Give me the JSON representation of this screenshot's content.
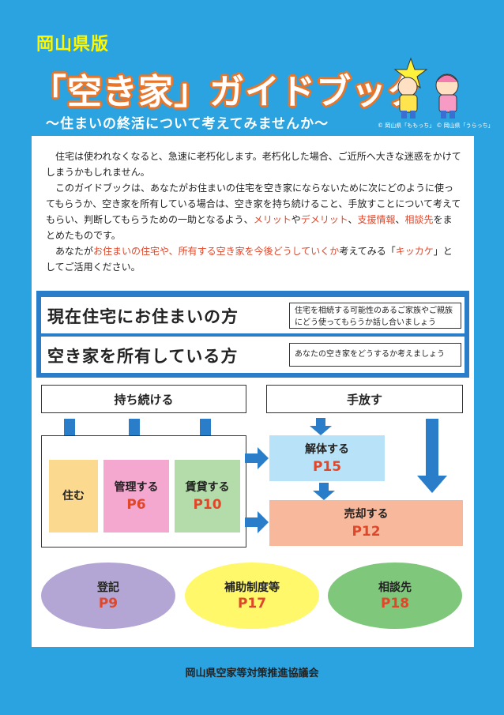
{
  "header": {
    "edition": "岡山県版",
    "title": "「空き家」ガイドブック",
    "subtitle": "～住まいの終活について考えてみませんか～",
    "credits": "© 岡山県「ももっち」 © 岡山県「うらっち」"
  },
  "intro": {
    "p1": "住宅は使われなくなると、急速に老朽化します。老朽化した場合、ご近所へ大きな迷惑をかけてしまうかもしれません。",
    "p2_a": "このガイドブックは、あなたがお住まいの住宅を空き家にならないために次にどのように使ってもらうか、空き家を所有している場合は、空き家を持ち続けること、手放すことについて考えてもらい、判断してもらうための一助となるよう、",
    "p2_h1": "メリット",
    "p2_b": "や",
    "p2_h2": "デメリット",
    "p2_c": "、",
    "p2_h3": "支援情報",
    "p2_d": "、",
    "p2_h4": "相談先",
    "p2_e": "をまとめたものです。",
    "p3_a": "あなたが",
    "p3_h1": "お住まいの住宅や、所有する空き家を今後どうしていくか",
    "p3_b": "考えてみる「",
    "p3_h2": "キッカケ",
    "p3_c": "」としてご活用ください。"
  },
  "owners": {
    "resident_title": "現在住宅にお住まいの方",
    "resident_note": "住宅を相続する可能性のあるご家族やご親族にどう使ってもらうか話し合いましょう",
    "vacant_title": "空き家を所有している方",
    "vacant_note": "あなたの空き家をどうするか考えましょう"
  },
  "flow": {
    "keep": "持ち続ける",
    "release": "手放す",
    "live": "住む",
    "manage": "管理する",
    "manage_page": "P6",
    "rent": "賃貸する",
    "rent_page": "P10",
    "demolish": "解体する",
    "demolish_page": "P15",
    "sell": "売却する",
    "sell_page": "P12"
  },
  "topics": {
    "registry": "登記",
    "registry_page": "P9",
    "subsidy": "補助制度等",
    "subsidy_page": "P17",
    "consult": "相談先",
    "consult_page": "P18"
  },
  "footer": "岡山県空家等対策推進協議会",
  "colors": {
    "background": "#2aa3e0",
    "title_outline": "#e8762a",
    "edition": "#fff700",
    "highlight": "#e0472a",
    "arrow": "#2a7ec9",
    "live": "#fbd98f",
    "manage": "#f4a7cf",
    "rent": "#b3dcaa",
    "demolish": "#b7e2f7",
    "sell": "#f8b89b",
    "registry": "#b4a6d4",
    "subsidy": "#fff86a",
    "consult": "#7fc77a"
  }
}
